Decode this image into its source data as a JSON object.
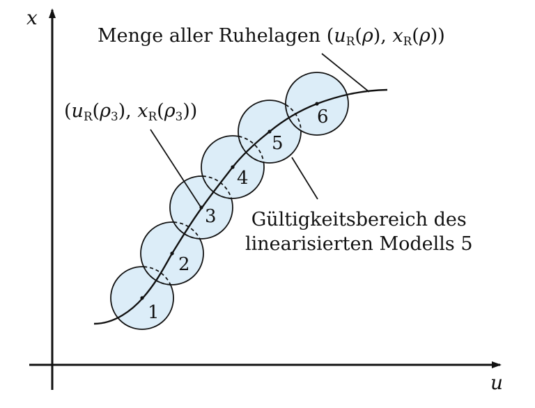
{
  "axes": {
    "x_label": "x",
    "u_label": "u"
  },
  "circles": [
    {
      "number": "1"
    },
    {
      "number": "2"
    },
    {
      "number": "3"
    },
    {
      "number": "4"
    },
    {
      "number": "5"
    },
    {
      "number": "6"
    }
  ],
  "annotations": {
    "equilibrium_set_prefix": "Menge aller Ruhelagen",
    "equilibrium_set_math": "(uR(ρ), xR(ρ))",
    "operating_point_math": "(uR(ρ3), xR(ρ3))",
    "validity_line1": "Gültigkeitsbereich des",
    "validity_line2": "linearisierten Modells 5"
  },
  "colors": {
    "circle_fill": "#dcedf8",
    "stroke": "#111111"
  }
}
